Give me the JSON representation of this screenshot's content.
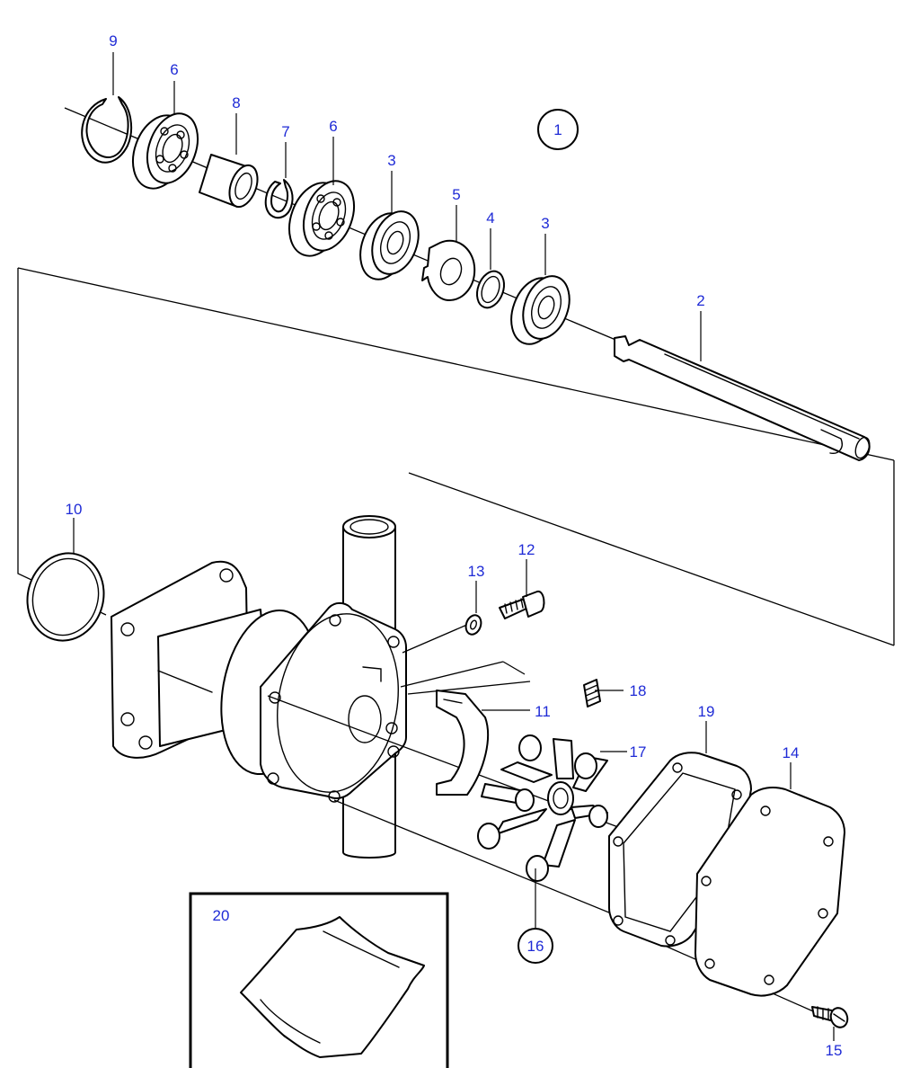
{
  "diagram": {
    "group_callout": "1",
    "kit_callout": "20",
    "callouts": [
      {
        "id": "c9",
        "text": "9"
      },
      {
        "id": "c6a",
        "text": "6"
      },
      {
        "id": "c8",
        "text": "8"
      },
      {
        "id": "c7",
        "text": "7"
      },
      {
        "id": "c6b",
        "text": "6"
      },
      {
        "id": "c3a",
        "text": "3"
      },
      {
        "id": "c5",
        "text": "5"
      },
      {
        "id": "c4",
        "text": "4"
      },
      {
        "id": "c3b",
        "text": "3"
      },
      {
        "id": "c2",
        "text": "2"
      },
      {
        "id": "c10",
        "text": "10"
      },
      {
        "id": "c13",
        "text": "13"
      },
      {
        "id": "c12",
        "text": "12"
      },
      {
        "id": "c18",
        "text": "18"
      },
      {
        "id": "c11",
        "text": "11"
      },
      {
        "id": "c17",
        "text": "17"
      },
      {
        "id": "c19",
        "text": "19"
      },
      {
        "id": "c14",
        "text": "14"
      },
      {
        "id": "c16",
        "text": "16"
      },
      {
        "id": "c15",
        "text": "15"
      }
    ],
    "label_color": "#1f2bd6",
    "line_color": "#000000"
  }
}
